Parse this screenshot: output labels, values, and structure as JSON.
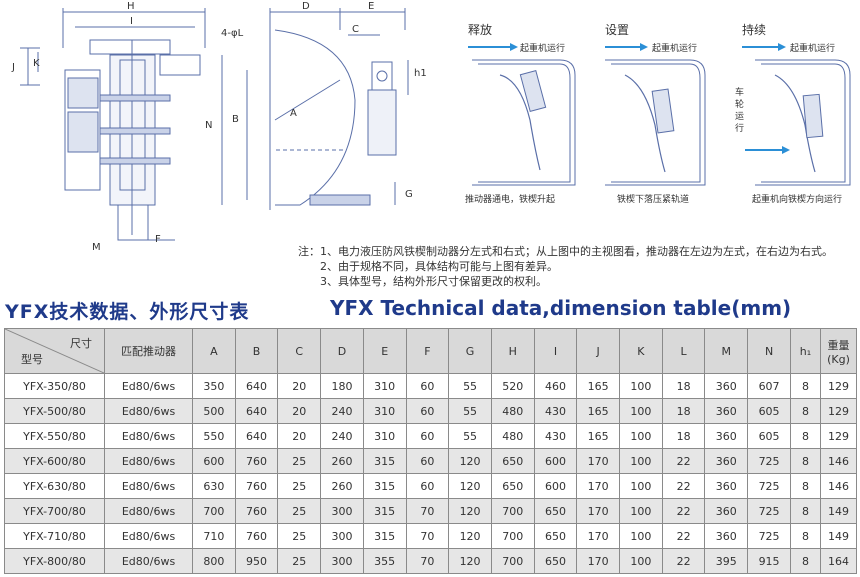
{
  "drawing": {
    "dim_labels": [
      "H",
      "I",
      "4-φL",
      "J",
      "K",
      "N",
      "B",
      "M",
      "F",
      "D",
      "E",
      "C",
      "A",
      "h1",
      "G"
    ],
    "panels": [
      {
        "title": "释放",
        "arrow": "起重机运行",
        "caption": "推动器通电，铁楔升起"
      },
      {
        "title": "设置",
        "arrow": "起重机运行",
        "caption": "铁楔下落压紧轨道"
      },
      {
        "title": "持续",
        "arrow": "起重机运行",
        "side": "车轮运行",
        "caption": "起重机向铁楔方向运行"
      }
    ]
  },
  "notes": {
    "prefix": "注：",
    "items": [
      "1、电力液压防风铁楔制动器分左式和右式；从上图中的主视图看，推动器在左边为左式，在右边为右式。",
      "2、由于规格不同，具体结构可能与上图有差异。",
      "3、具体型号，结构外形尺寸保留更改的权利。"
    ]
  },
  "title_cn": "YFX技术数据、外形尺寸表",
  "title_en": "YFX Technical data,dimension table(mm)",
  "table": {
    "header_diag_top": "尺寸",
    "header_diag_bottom": "型号",
    "columns": [
      "匹配推动器",
      "A",
      "B",
      "C",
      "D",
      "E",
      "F",
      "G",
      "H",
      "I",
      "J",
      "K",
      "L",
      "M",
      "N",
      "h₁",
      "重量\n(Kg)"
    ],
    "rows": [
      [
        "YFX-350/80",
        "Ed80/6ws",
        "350",
        "640",
        "20",
        "180",
        "310",
        "60",
        "55",
        "520",
        "460",
        "165",
        "100",
        "18",
        "360",
        "607",
        "8",
        "129"
      ],
      [
        "YFX-500/80",
        "Ed80/6ws",
        "500",
        "640",
        "20",
        "240",
        "310",
        "60",
        "55",
        "480",
        "430",
        "165",
        "100",
        "18",
        "360",
        "605",
        "8",
        "129"
      ],
      [
        "YFX-550/80",
        "Ed80/6ws",
        "550",
        "640",
        "20",
        "240",
        "310",
        "60",
        "55",
        "480",
        "430",
        "165",
        "100",
        "18",
        "360",
        "605",
        "8",
        "129"
      ],
      [
        "YFX-600/80",
        "Ed80/6ws",
        "600",
        "760",
        "25",
        "260",
        "315",
        "60",
        "120",
        "650",
        "600",
        "170",
        "100",
        "22",
        "360",
        "725",
        "8",
        "146"
      ],
      [
        "YFX-630/80",
        "Ed80/6ws",
        "630",
        "760",
        "25",
        "260",
        "315",
        "60",
        "120",
        "650",
        "600",
        "170",
        "100",
        "22",
        "360",
        "725",
        "8",
        "146"
      ],
      [
        "YFX-700/80",
        "Ed80/6ws",
        "700",
        "760",
        "25",
        "300",
        "315",
        "70",
        "120",
        "700",
        "650",
        "170",
        "100",
        "22",
        "360",
        "725",
        "8",
        "149"
      ],
      [
        "YFX-710/80",
        "Ed80/6ws",
        "710",
        "760",
        "25",
        "300",
        "315",
        "70",
        "120",
        "700",
        "650",
        "170",
        "100",
        "22",
        "360",
        "725",
        "8",
        "149"
      ],
      [
        "YFX-800/80",
        "Ed80/6ws",
        "800",
        "950",
        "25",
        "300",
        "355",
        "70",
        "120",
        "700",
        "650",
        "170",
        "100",
        "22",
        "395",
        "915",
        "8",
        "164"
      ]
    ]
  },
  "colors": {
    "title": "#1f3a8a",
    "line": "#5a6fa8",
    "arrow": "#2b8fd6",
    "header_bg": "#d9d9d9",
    "row_alt": "#e6e6e6"
  }
}
